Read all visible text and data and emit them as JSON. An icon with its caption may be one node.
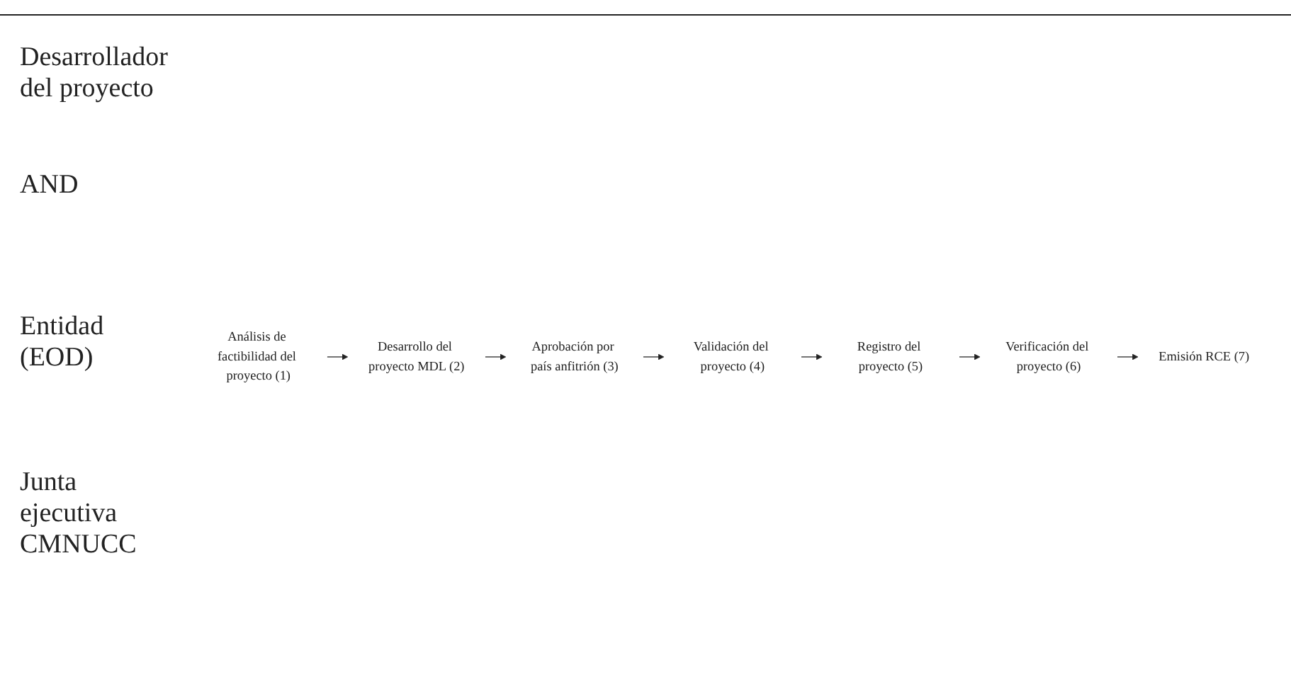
{
  "diagram": {
    "nodes": [
      {
        "text": [
          "Análisis de factibilidad del proyecto (1)"
        ]
      },
      {
        "text": [
          "Desarrollo del proyecto MDL (2)"
        ]
      },
      {
        "text": [
          "Aprobación por país anfitrión (3)"
        ]
      },
      {
        "text": [
          "Validación del proyecto (4)"
        ]
      },
      {
        "text": [
          "Registro del proyecto (5)"
        ]
      },
      {
        "text": [
          "Verificación del proyecto (6)"
        ]
      },
      {
        "text": [
          "Emisión RCE (7)"
        ]
      }
    ],
    "edges": [
      {
        "from": 0,
        "to": 1,
        "arrow": "to"
      },
      {
        "from": 1,
        "to": 2,
        "arrow": "to"
      },
      {
        "from": 2,
        "to": 3,
        "arrow": "to"
      },
      {
        "from": 3,
        "to": 4,
        "arrow": "to"
      },
      {
        "from": 4,
        "to": 5,
        "arrow": "to"
      },
      {
        "from": 5,
        "to": 6,
        "arrow": "to"
      }
    ],
    "labels": [
      "Desarrollador del proyecto",
      "AND",
      "Entidad (EOD)",
      "Junta ejecutiva CMNUCC"
    ]
  }
}
